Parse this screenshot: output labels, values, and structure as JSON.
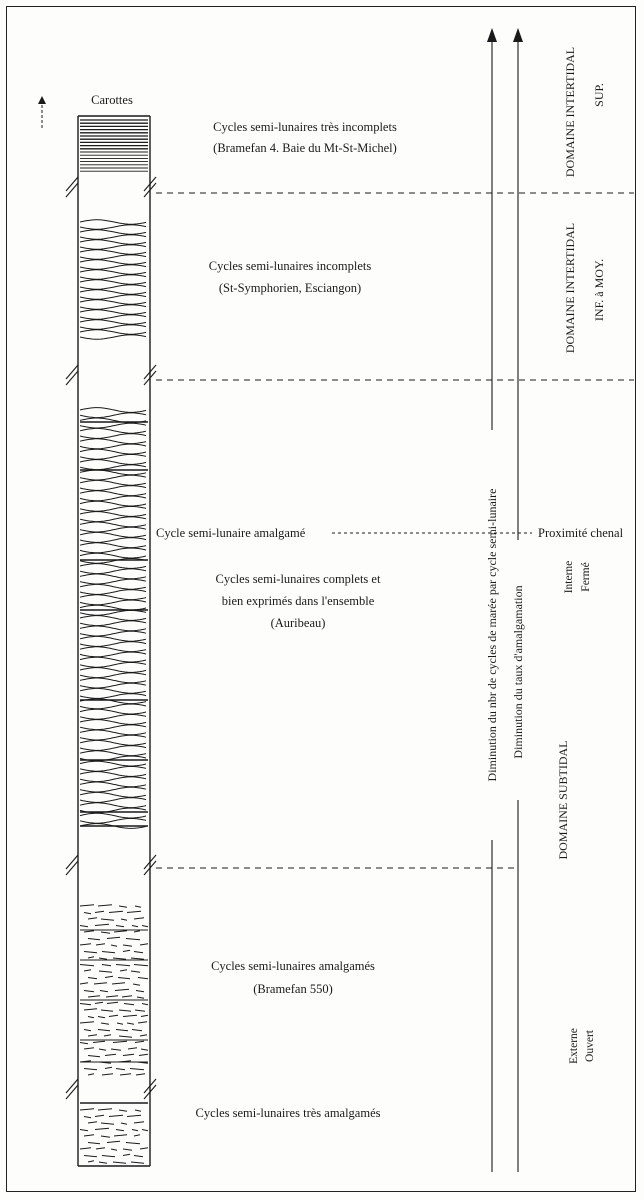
{
  "column_header": "Carottes",
  "descriptions": {
    "d1_line1": "Cycles semi-lunaires très incomplets",
    "d1_line2": "(Bramefan 4. Baie du Mt-St-Michel)",
    "d2_line1": "Cycles semi-lunaires incomplets",
    "d2_line2": "(St-Symphorien, Esciangon)",
    "amalgame": "Cycle semi-lunaire amalgamé",
    "d3_line1": "Cycles semi-lunaires complets  et",
    "d3_line2": "bien exprimés dans l'ensemble",
    "d3_line3": "(Auribeau)",
    "d4_line1": "Cycles semi-lunaires amalgamés",
    "d4_line2": "(Bramefan 550)",
    "d5_line1": "Cycles semi-lunaires très amalgamés"
  },
  "trends": {
    "arrow1": "Diminution du nbr de cycles de marée par cycle semi-lunaire",
    "arrow2": "Diminution du taux d'amalgamation"
  },
  "domains": {
    "sup_line1": "DOMAINE INTERTIDAL",
    "sup_line2": "SUP.",
    "inf_line1": "DOMAINE INTERTIDAL",
    "inf_line2": "INF. à MOY.",
    "subtidal": "DOMAINE SUBTIDAL",
    "proximite": "Proximité chenal",
    "interne_line1": "Interne",
    "interne_line2": "Fermé",
    "externe_line1": "Externe",
    "externe_line2": "Ouvert"
  },
  "colors": {
    "ink": "#1a1a1a",
    "paper": "#fdfdfb"
  }
}
